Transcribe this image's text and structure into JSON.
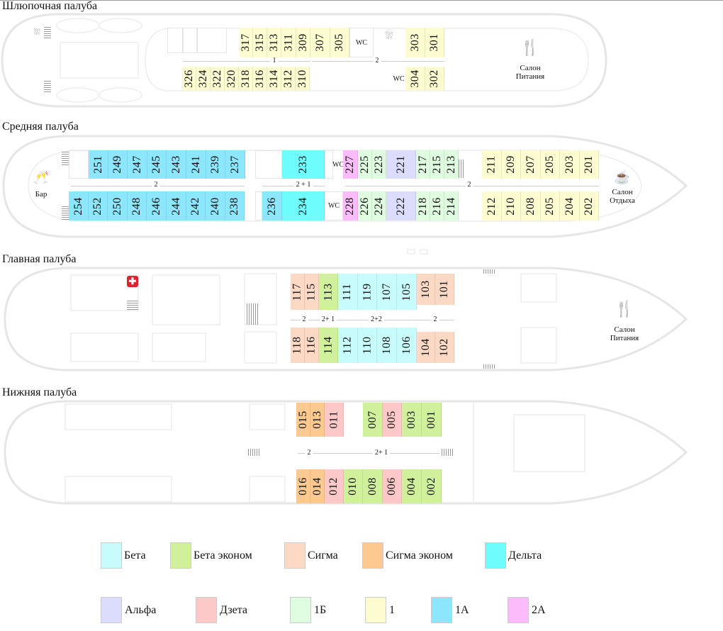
{
  "categories": {
    "beta": {
      "label": "Бета",
      "color": "#c8fcfc"
    },
    "beta_eco": {
      "label": "Бета эконом",
      "color": "#d0f09c"
    },
    "sigma": {
      "label": "Сигма",
      "color": "#fcd9c4"
    },
    "sigma_eco": {
      "label": "Сигма эконом",
      "color": "#fcc990"
    },
    "delta": {
      "label": "Дельта",
      "color": "#6ffcfc"
    },
    "alpha": {
      "label": "Альфа",
      "color": "#dcdcfc"
    },
    "zeta": {
      "label": "Дзета",
      "color": "#fcc8c8"
    },
    "b1": {
      "label": "1Б",
      "color": "#e0fce0"
    },
    "one": {
      "label": "1",
      "color": "#fcfcd0"
    },
    "a1": {
      "label": "1А",
      "color": "#8ce6fc"
    },
    "a2": {
      "label": "2А",
      "color": "#fcbcfc"
    }
  },
  "legend": {
    "row1": [
      "beta",
      "beta_eco",
      "sigma",
      "sigma_eco",
      "delta"
    ],
    "row2": [
      "alpha",
      "zeta",
      "b1",
      "one",
      "a1",
      "a2"
    ]
  },
  "wc_label": "WC",
  "decks": [
    {
      "title": "Шлюпочная палуба",
      "places": [
        {
          "line1": "Салон",
          "line2": "Питания"
        }
      ],
      "corridors": [
        "1",
        "2"
      ],
      "rows": [
        {
          "cabins": [
            {
              "num": "317",
              "cat": "one"
            },
            {
              "num": "315",
              "cat": "one"
            },
            {
              "num": "313",
              "cat": "one"
            },
            {
              "num": "311",
              "cat": "one"
            },
            {
              "num": "309",
              "cat": "one"
            },
            {
              "num": "307",
              "cat": "one"
            },
            {
              "num": "305",
              "cat": "one"
            },
            {
              "num": "303",
              "cat": "one"
            },
            {
              "num": "301",
              "cat": "one"
            }
          ]
        },
        {
          "cabins": [
            {
              "num": "326",
              "cat": "one"
            },
            {
              "num": "324",
              "cat": "one"
            },
            {
              "num": "322",
              "cat": "one"
            },
            {
              "num": "320",
              "cat": "one"
            },
            {
              "num": "318",
              "cat": "one"
            },
            {
              "num": "316",
              "cat": "one"
            },
            {
              "num": "314",
              "cat": "one"
            },
            {
              "num": "312",
              "cat": "one"
            },
            {
              "num": "310",
              "cat": "one"
            },
            {
              "num": "304",
              "cat": "one"
            },
            {
              "num": "302",
              "cat": "one"
            }
          ]
        }
      ]
    },
    {
      "title": "Средняя палуба",
      "places": [
        {
          "line1": "Бар",
          "line2": ""
        },
        {
          "line1": "Салон",
          "line2": "Отдыха"
        }
      ],
      "corridors": [
        "2",
        "2 + 1",
        "2"
      ],
      "rows": [
        {
          "cabins": [
            {
              "num": "251",
              "cat": "a1"
            },
            {
              "num": "249",
              "cat": "a1"
            },
            {
              "num": "247",
              "cat": "a1"
            },
            {
              "num": "245",
              "cat": "a1"
            },
            {
              "num": "243",
              "cat": "a1"
            },
            {
              "num": "241",
              "cat": "a1"
            },
            {
              "num": "239",
              "cat": "a1"
            },
            {
              "num": "237",
              "cat": "a1"
            },
            {
              "num": "233",
              "cat": "delta"
            },
            {
              "num": "227",
              "cat": "a2"
            },
            {
              "num": "225",
              "cat": "b1"
            },
            {
              "num": "223",
              "cat": "b1"
            },
            {
              "num": "221",
              "cat": "alpha"
            },
            {
              "num": "217",
              "cat": "b1"
            },
            {
              "num": "215",
              "cat": "b1"
            },
            {
              "num": "213",
              "cat": "b1"
            },
            {
              "num": "211",
              "cat": "one"
            },
            {
              "num": "209",
              "cat": "one"
            },
            {
              "num": "207",
              "cat": "one"
            },
            {
              "num": "205",
              "cat": "one"
            },
            {
              "num": "203",
              "cat": "one"
            },
            {
              "num": "201",
              "cat": "one"
            }
          ]
        },
        {
          "cabins": [
            {
              "num": "254",
              "cat": "a1"
            },
            {
              "num": "252",
              "cat": "a1"
            },
            {
              "num": "250",
              "cat": "a1"
            },
            {
              "num": "248",
              "cat": "a1"
            },
            {
              "num": "246",
              "cat": "a1"
            },
            {
              "num": "244",
              "cat": "a1"
            },
            {
              "num": "242",
              "cat": "a1"
            },
            {
              "num": "240",
              "cat": "a1"
            },
            {
              "num": "238",
              "cat": "a1"
            },
            {
              "num": "236",
              "cat": "a1"
            },
            {
              "num": "234",
              "cat": "delta"
            },
            {
              "num": "228",
              "cat": "a2"
            },
            {
              "num": "226",
              "cat": "b1"
            },
            {
              "num": "224",
              "cat": "b1"
            },
            {
              "num": "222",
              "cat": "alpha"
            },
            {
              "num": "218",
              "cat": "b1"
            },
            {
              "num": "216",
              "cat": "b1"
            },
            {
              "num": "214",
              "cat": "b1"
            },
            {
              "num": "212",
              "cat": "one"
            },
            {
              "num": "210",
              "cat": "one"
            },
            {
              "num": "208",
              "cat": "one"
            },
            {
              "num": "205",
              "cat": "one"
            },
            {
              "num": "204",
              "cat": "one"
            },
            {
              "num": "202",
              "cat": "one"
            }
          ]
        }
      ]
    },
    {
      "title": "Главная палуба",
      "places": [
        {
          "line1": "Салон",
          "line2": "Питания"
        }
      ],
      "corridors": [
        "2",
        "2+ 1",
        "2+2",
        "2"
      ],
      "rows": [
        {
          "cabins": [
            {
              "num": "117",
              "cat": "sigma"
            },
            {
              "num": "115",
              "cat": "sigma"
            },
            {
              "num": "113",
              "cat": "beta_eco"
            },
            {
              "num": "111",
              "cat": "beta"
            },
            {
              "num": "119",
              "cat": "beta"
            },
            {
              "num": "107",
              "cat": "beta"
            },
            {
              "num": "105",
              "cat": "beta"
            },
            {
              "num": "103",
              "cat": "sigma"
            },
            {
              "num": "101",
              "cat": "sigma"
            }
          ]
        },
        {
          "cabins": [
            {
              "num": "118",
              "cat": "sigma"
            },
            {
              "num": "116",
              "cat": "sigma"
            },
            {
              "num": "114",
              "cat": "beta_eco"
            },
            {
              "num": "112",
              "cat": "beta"
            },
            {
              "num": "110",
              "cat": "beta"
            },
            {
              "num": "108",
              "cat": "beta"
            },
            {
              "num": "106",
              "cat": "beta"
            },
            {
              "num": "104",
              "cat": "sigma"
            },
            {
              "num": "102",
              "cat": "sigma"
            }
          ]
        }
      ]
    },
    {
      "title": "Нижняя палуба",
      "places": [],
      "corridors": [
        "2",
        "2+ 1"
      ],
      "rows": [
        {
          "cabins": [
            {
              "num": "015",
              "cat": "sigma_eco"
            },
            {
              "num": "013",
              "cat": "sigma_eco"
            },
            {
              "num": "011",
              "cat": "zeta"
            },
            {
              "num": "007",
              "cat": "beta_eco"
            },
            {
              "num": "005",
              "cat": "zeta"
            },
            {
              "num": "003",
              "cat": "beta_eco"
            },
            {
              "num": "001",
              "cat": "beta_eco"
            }
          ]
        },
        {
          "cabins": [
            {
              "num": "016",
              "cat": "sigma_eco"
            },
            {
              "num": "014",
              "cat": "sigma_eco"
            },
            {
              "num": "012",
              "cat": "zeta"
            },
            {
              "num": "010",
              "cat": "beta_eco"
            },
            {
              "num": "008",
              "cat": "beta_eco"
            },
            {
              "num": "006",
              "cat": "zeta"
            },
            {
              "num": "004",
              "cat": "beta_eco"
            },
            {
              "num": "002",
              "cat": "beta_eco"
            }
          ]
        }
      ]
    }
  ]
}
